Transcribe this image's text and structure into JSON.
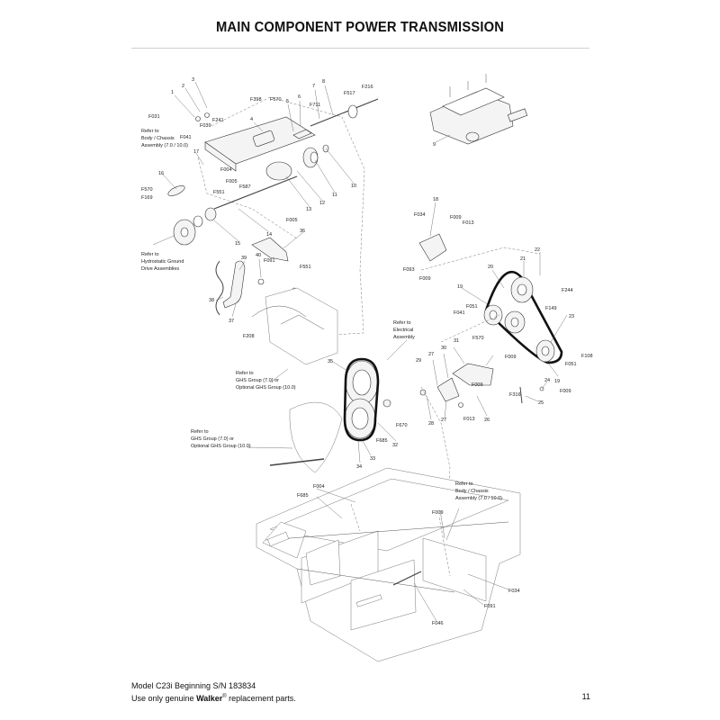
{
  "title": "MAIN COMPONENT POWER TRANSMISSION",
  "callouts": {
    "c1": "1",
    "c2": "2",
    "c3": "3",
    "c4": "4",
    "c5": "5",
    "c6": "6",
    "c7": "7",
    "c8": "8",
    "c9": "9",
    "c10": "10",
    "c11": "11",
    "c12": "12",
    "c13": "13",
    "c14": "14",
    "c15": "15",
    "c16": "16",
    "c17": "17",
    "c18": "18",
    "c19a": "19",
    "c19b": "19",
    "c20": "20",
    "c21": "21",
    "c22": "22",
    "c23": "23",
    "c24": "24",
    "c25": "25",
    "c26": "26",
    "c27a": "27",
    "c27b": "27",
    "c28": "28",
    "c29": "29",
    "c30": "30",
    "c31": "31",
    "c32": "32",
    "c33": "33",
    "c34": "34",
    "c35": "35",
    "c36": "36",
    "c37": "37",
    "c38": "38",
    "c39": "39",
    "c40": "40",
    "f004a": "F004",
    "f004b": "F004",
    "f005a": "F005",
    "f005b": "F005",
    "f009a": "F009",
    "f009b": "F009",
    "f009c": "F009",
    "f009d": "F009",
    "f009e": "F009",
    "f009f": "F009",
    "f013a": "F013",
    "f013b": "F013",
    "f031": "F031",
    "f034a": "F034",
    "f034b": "F034",
    "f039": "F039",
    "f041a": "F041",
    "f041b": "F041",
    "f046": "F046",
    "f051a": "F051",
    "f051b": "F051",
    "f091a": "F091",
    "f091b": "F091",
    "f093": "F093",
    "f108": "F108",
    "f149": "F149",
    "f169": "F169",
    "f208": "F208",
    "f216": "F216",
    "f241": "F241",
    "f244": "F244",
    "f316": "F316",
    "f398": "F398",
    "f517": "F517",
    "f551a": "F551",
    "f551b": "F551",
    "f570a": "F570",
    "f570b": "F570",
    "f570c": "F570",
    "f587": "F587",
    "f670": "F670",
    "f685a": "F685",
    "f685b": "F685",
    "f711": "F711"
  },
  "references": {
    "body_chassis_top": [
      "Refer to",
      "Body / Chassis",
      "Assembly (7.0 / 10.0)"
    ],
    "hydrostatic": [
      "Refer to",
      "Hydrostatic Ground",
      "Drive Assemblies"
    ],
    "electrical": [
      "Refer to",
      "Electrical",
      "Assembly"
    ],
    "ghs_mid": [
      "Refer to",
      "GHS Group (7.0) or",
      "Optional GHS Group (10.0)"
    ],
    "ghs_low": [
      "Refer to",
      "GHS Group (7.0) or",
      "Optional GHS Group (10.0)"
    ],
    "body_chassis_bottom": [
      "Refer to",
      "Body / Chassis",
      "Assembly (7.0 / 10.0)"
    ]
  },
  "footer": {
    "model_line": "Model C23i Beginning S/N 183834",
    "genuine_prefix": "Use only genuine ",
    "brand": "Walker",
    "registered": "®",
    "genuine_suffix": " replacement parts.",
    "page_number": "11"
  }
}
